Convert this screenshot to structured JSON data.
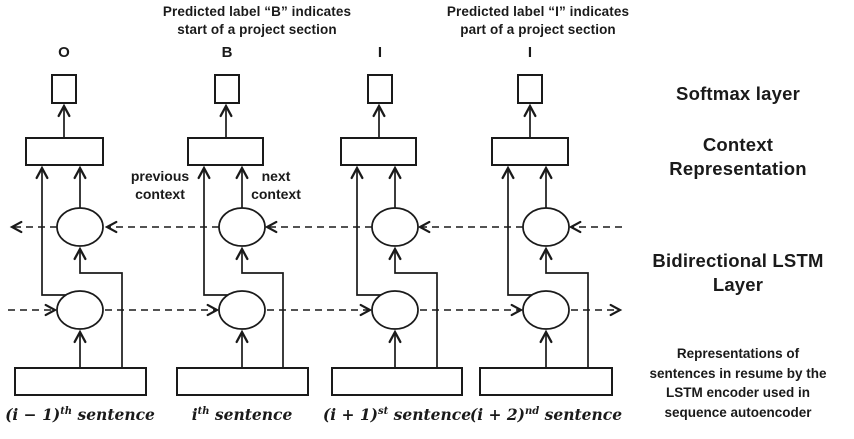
{
  "annotations": {
    "left": {
      "line1": "Predicted label “B” indicates",
      "line2": "start of a project section"
    },
    "right": {
      "line1": "Predicted label “I” indicates",
      "line2": "part of a project section"
    }
  },
  "predicted_labels": {
    "col1": "O",
    "col2": "B",
    "col3": "I",
    "col4": "I"
  },
  "context_notes": {
    "previous_line1": "previous",
    "previous_line2": "context",
    "next_line1": "next",
    "next_line2": "context"
  },
  "layer_labels": {
    "softmax": "Softmax layer",
    "context_line1": "Context",
    "context_line2": "Representation",
    "bilstm_line1": "Bidirectional LSTM",
    "bilstm_line2": "Layer",
    "repr_line1": "Representations of",
    "repr_line2": "sentences in resume by the",
    "repr_line3": "LSTM encoder used in",
    "repr_line4": "sequence autoencoder"
  },
  "sentences": [
    {
      "pre": "(i − 1)",
      "sup": "th",
      "post": " sentence"
    },
    {
      "pre": "i",
      "sup": "th",
      "post": " sentence"
    },
    {
      "pre": "(i + 1)",
      "sup": "st",
      "post": " sentence"
    },
    {
      "pre": "(i + 2)",
      "sup": "nd",
      "post": " sentence"
    }
  ],
  "colors": {
    "ink": "#1a1a1a",
    "background": "#ffffff"
  }
}
